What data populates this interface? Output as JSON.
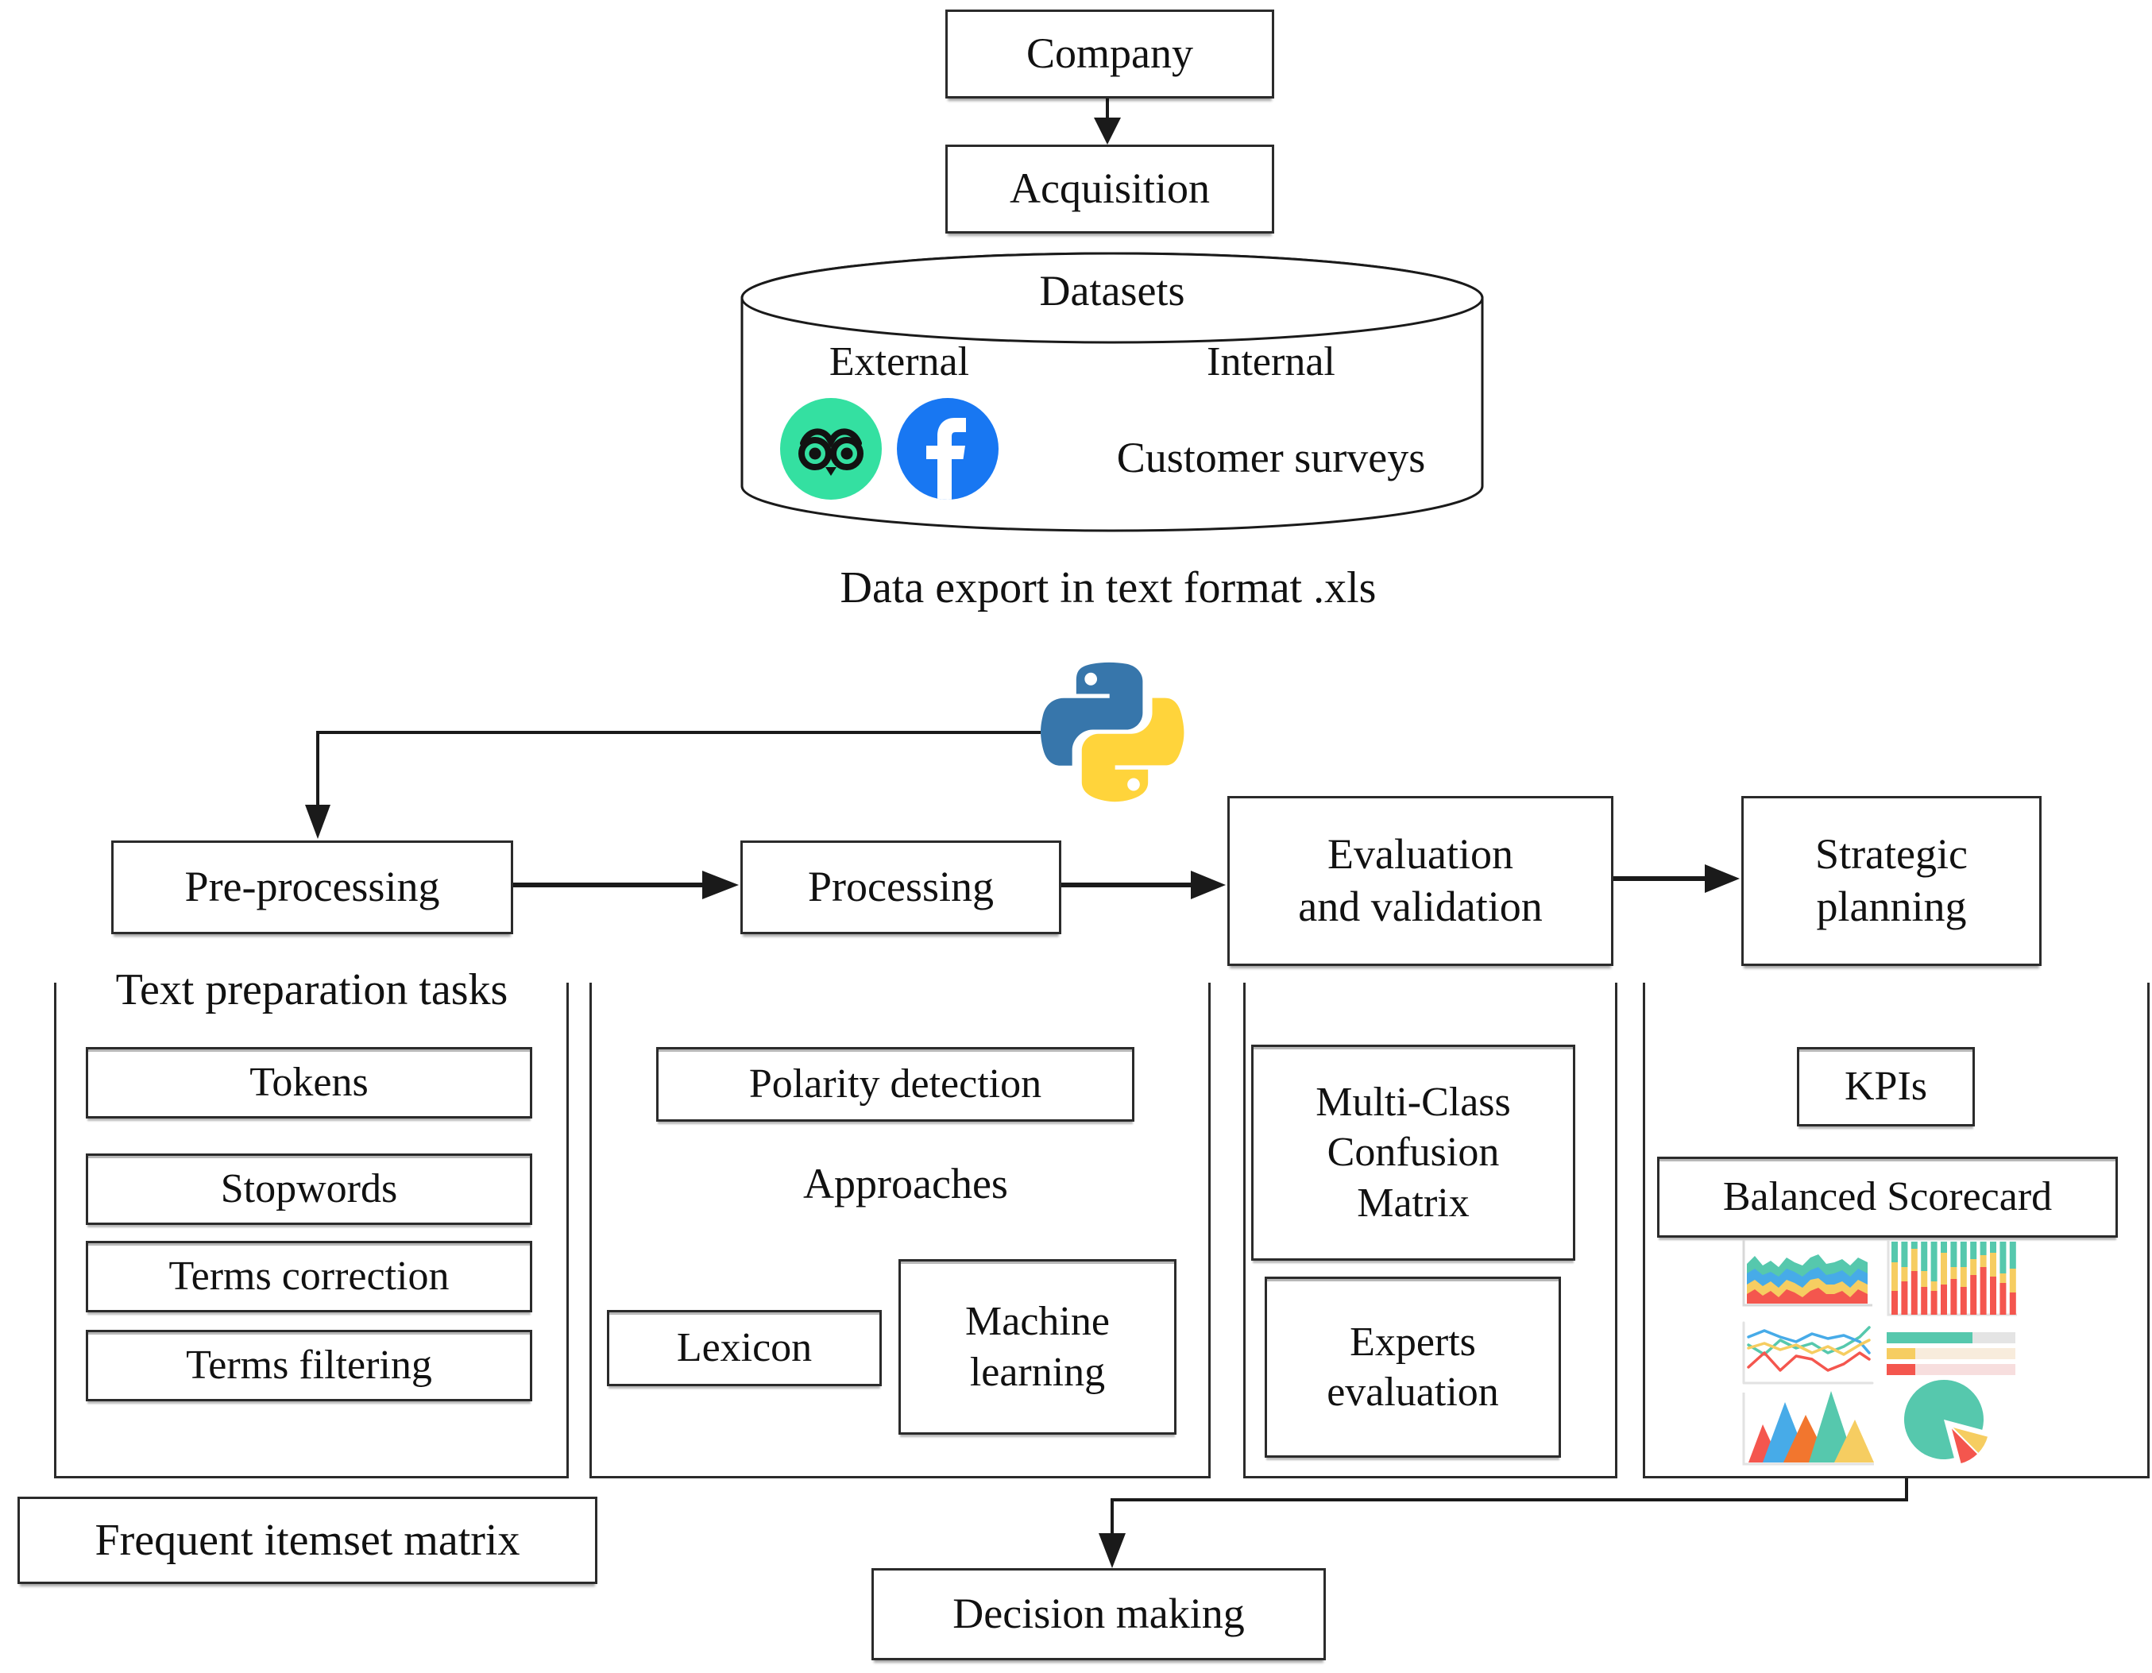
{
  "top_flow": {
    "company": "Company",
    "acquisition": "Acquisition"
  },
  "datasets": {
    "title": "Datasets",
    "external_label": "External",
    "internal_label": "Internal",
    "customer_surveys": "Customer surveys",
    "external_icons": [
      "tripadvisor-icon",
      "facebook-icon"
    ]
  },
  "caption": "Data export in text format .xls",
  "tool_icon": "python-icon",
  "pipeline": {
    "preprocessing": "Pre-processing",
    "processing": "Processing",
    "evaluation": "Evaluation\nand validation",
    "strategic": "Strategic\nplanning"
  },
  "columns": {
    "preprocessing": {
      "heading": "Text preparation tasks",
      "items": [
        "Tokens",
        "Stopwords",
        "Terms correction",
        "Terms filtering"
      ]
    },
    "processing": {
      "polarity": "Polarity detection",
      "subheading": "Approaches",
      "lexicon": "Lexicon",
      "machine_learning": "Machine\nlearning"
    },
    "evaluation": {
      "confusion_matrix": "Multi-Class\nConfusion\nMatrix",
      "experts": "Experts\nevaluation"
    },
    "strategic": {
      "kpis": "KPIs",
      "balanced_scorecard": "Balanced Scorecard",
      "dashboard_icon": "dashboard-charts"
    }
  },
  "bottom_flow": {
    "frequent_itemset": "Frequent itemset matrix",
    "decision_making": "Decision making"
  },
  "brand_colors": {
    "tripadvisor_green": "#34E0A1",
    "facebook_blue": "#1877F2",
    "python_blue": "#3776AB",
    "python_yellow": "#FFD43B",
    "chart_teal": "#56C8AD",
    "chart_blue": "#47ABE8",
    "chart_yellow": "#F6CD61",
    "chart_red": "#F4564E",
    "chart_orange": "#F2762E",
    "line_color": "#1a1a1a"
  }
}
